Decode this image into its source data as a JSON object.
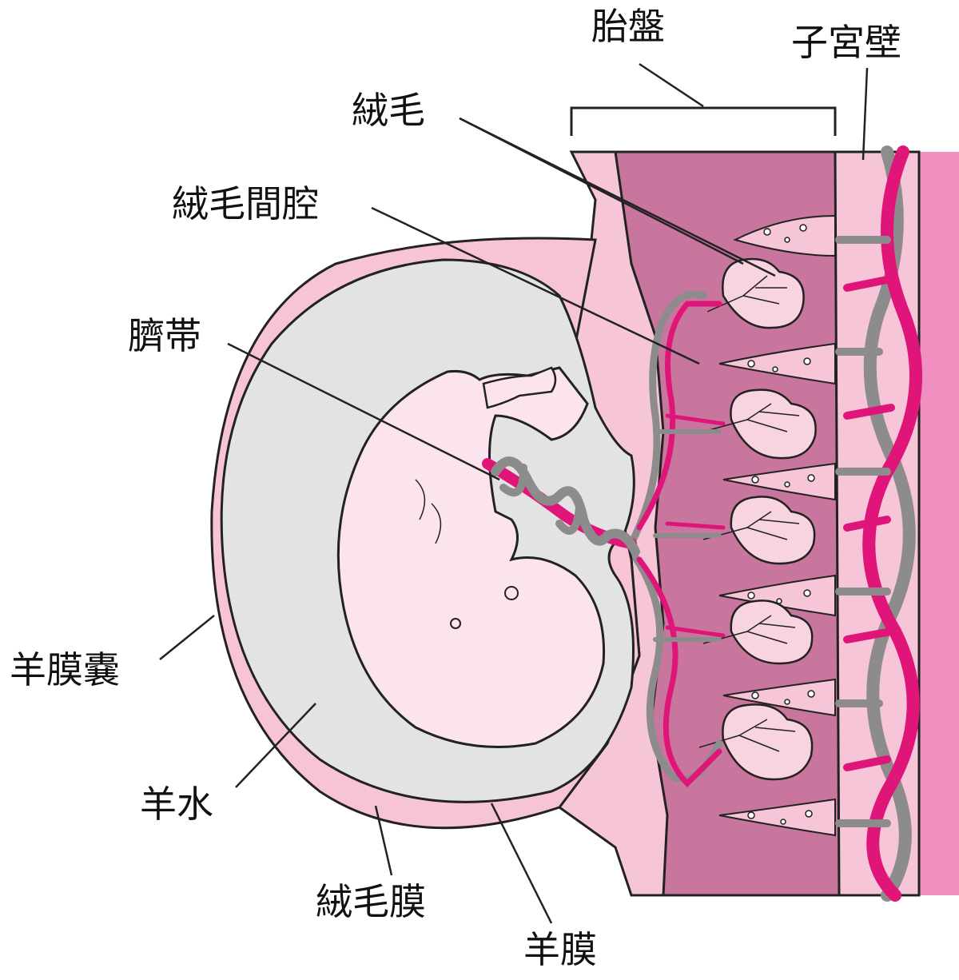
{
  "labels": {
    "placenta": "胎盤",
    "uterine_wall": "子宮壁",
    "villi": "絨毛",
    "intervillous_space": "絨毛間腔",
    "umbilical_cord": "臍帯",
    "amniotic_sac": "羊膜嚢",
    "amniotic_fluid": "羊水",
    "chorion": "絨毛膜",
    "amnion": "羊膜"
  },
  "colors": {
    "uterine_wall": "#f08fc0",
    "placenta_tissue": "#c8769e",
    "decidua": "#f6c6d8",
    "chorion": "#f7c4d6",
    "amniotic_fluid": "#e3e3e3",
    "fetus": "#fbe4ee",
    "artery": "#e0157a",
    "vein": "#8c8c8c",
    "outline": "#222222"
  }
}
